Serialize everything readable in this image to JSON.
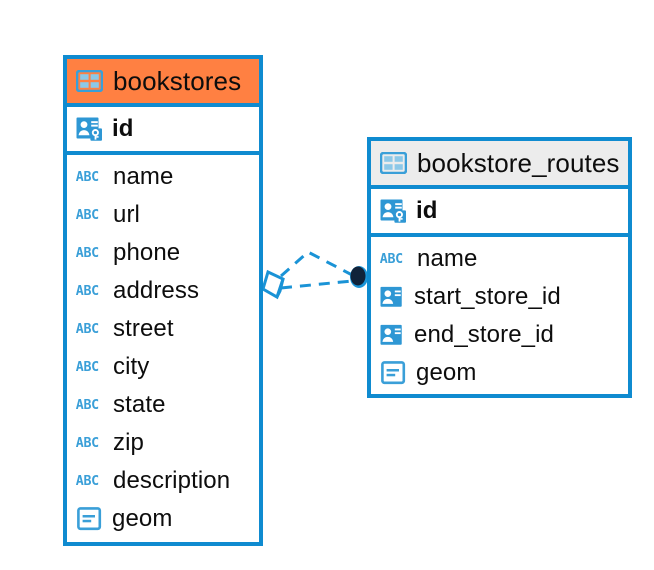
{
  "diagram": {
    "kind": "entity-relationship-diagram",
    "background": "#ffffff",
    "colors": {
      "table_border": "#0f8bd0",
      "highlight_header_bg": "#ff8042",
      "normal_header_bg": "#ececec",
      "icon_blue": "#3a9fd8",
      "text": "#0d0d0d",
      "connector_line": "#1a93d6",
      "connector_endpoint": "#10233a"
    },
    "entities": [
      {
        "id": "bookstores",
        "name": "bookstores",
        "header_icon": "table-icon",
        "header_state": "selected",
        "primary_key": {
          "name": "id",
          "icon": "primary-key-icon"
        },
        "fields": [
          {
            "name": "name",
            "icon": "text-field-icon"
          },
          {
            "name": "url",
            "icon": "text-field-icon"
          },
          {
            "name": "phone",
            "icon": "text-field-icon"
          },
          {
            "name": "address",
            "icon": "text-field-icon"
          },
          {
            "name": "street",
            "icon": "text-field-icon"
          },
          {
            "name": "city",
            "icon": "text-field-icon"
          },
          {
            "name": "state",
            "icon": "text-field-icon"
          },
          {
            "name": "zip",
            "icon": "text-field-icon"
          },
          {
            "name": "description",
            "icon": "text-field-icon"
          },
          {
            "name": "geom",
            "icon": "geometry-field-icon"
          }
        ]
      },
      {
        "id": "bookstore_routes",
        "name": "bookstore_routes",
        "header_icon": "table-icon",
        "header_state": "normal",
        "primary_key": {
          "name": "id",
          "icon": "primary-key-icon"
        },
        "fields": [
          {
            "name": "name",
            "icon": "text-field-icon"
          },
          {
            "name": "start_store_id",
            "icon": "foreign-key-icon"
          },
          {
            "name": "end_store_id",
            "icon": "foreign-key-icon"
          },
          {
            "name": "geom",
            "icon": "geometry-field-icon"
          }
        ]
      }
    ],
    "relationship": {
      "from": "bookstores",
      "to": "bookstore_routes",
      "style": "dashed",
      "source_marker": "diamond-marker",
      "target_marker": "filled-circle-marker"
    },
    "icon_labels": {
      "text_field": "ABC"
    }
  }
}
